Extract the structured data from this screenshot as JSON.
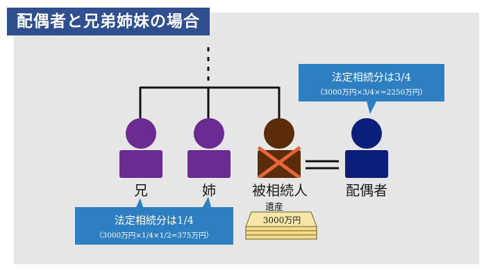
{
  "title": "配偶者と兄弟姉妹の場合",
  "colors": {
    "title_bg": "#2f4f8f",
    "panel_bg": "#e6e6e6",
    "callout_bg": "#2e7fc1",
    "sibling": "#6a2c91",
    "deceased": "#5a2c0a",
    "spouse": "#0b1f7a",
    "cross": "#e8643a"
  },
  "people": {
    "brother": "兄",
    "sister": "姉",
    "deceased": "被相続人",
    "spouse": "配偶者"
  },
  "estate": {
    "label": "遺産",
    "amount": "3000万円"
  },
  "spouse_callout": {
    "main": "法定相続分は3/4",
    "sub": "（3000万円×3/4×=2250万円）"
  },
  "sibling_callout": {
    "main": "法定相続分は1/4",
    "sub": "（3000万円×1/4×1/2=375万円）"
  }
}
